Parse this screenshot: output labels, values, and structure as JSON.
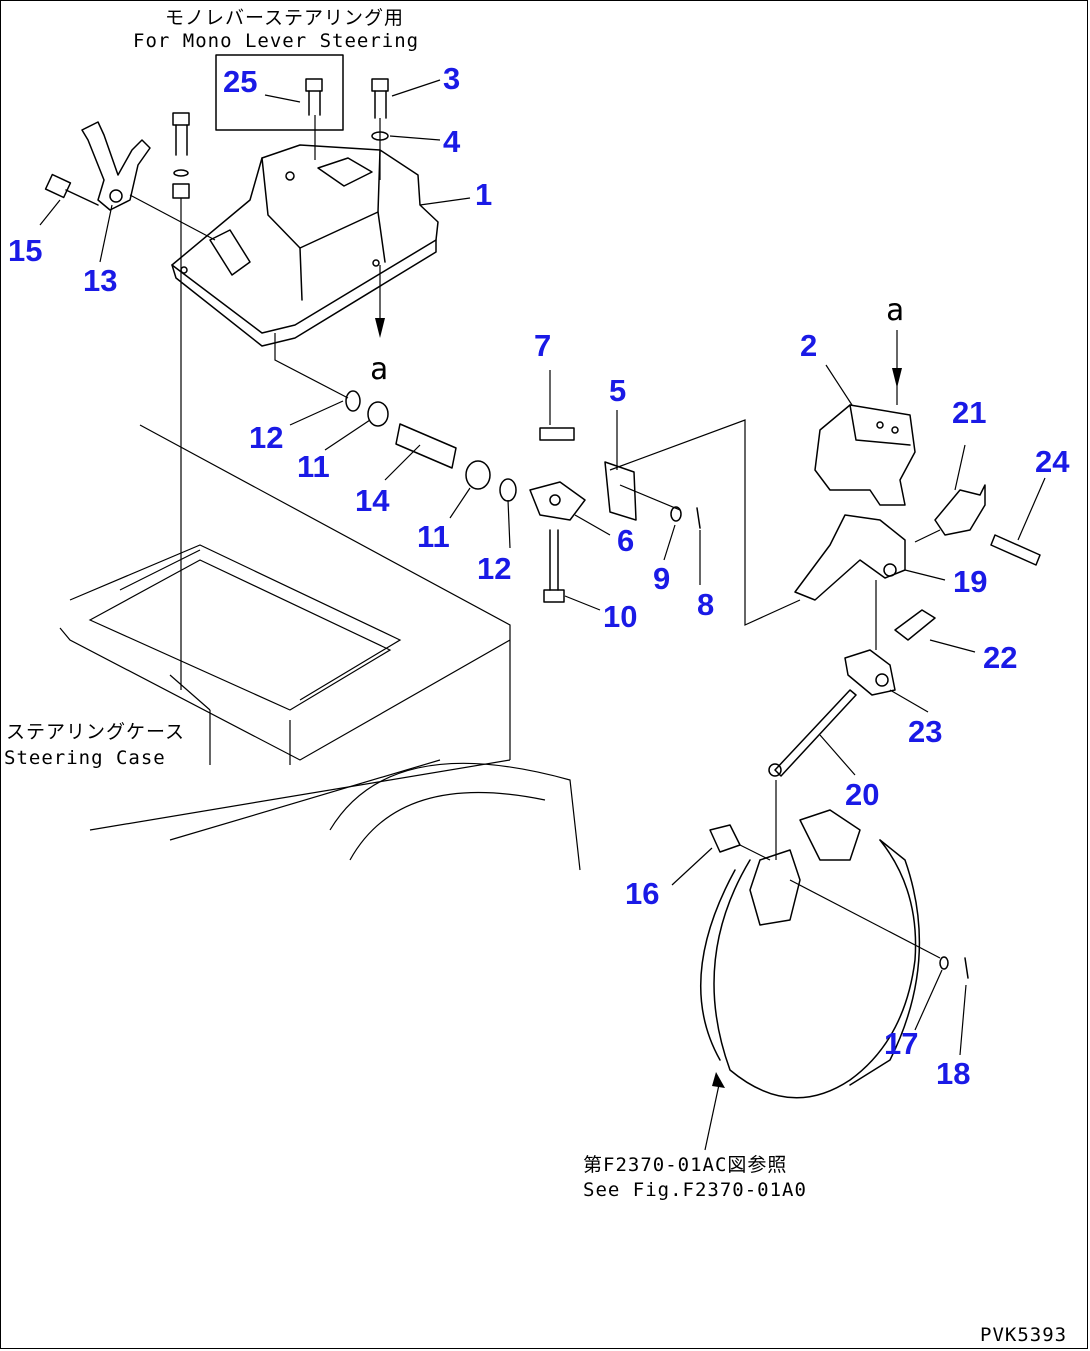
{
  "notes": {
    "mono_lever_jp": "モノレバーステアリング用",
    "mono_lever_en": "For Mono Lever Steering",
    "steering_case_jp": "ステアリングケース",
    "steering_case_en": "Steering Case",
    "see_fig_jp": "第F2370-01AC図参照",
    "see_fig_en": "See Fig.F2370-01A0",
    "drawing_code": "PVK5393"
  },
  "ref_letters": {
    "a_top": "a",
    "a_right": "a"
  },
  "callouts": [
    "25",
    "3",
    "4",
    "1",
    "15",
    "13",
    "2",
    "21",
    "24",
    "7",
    "5",
    "12",
    "11",
    "14",
    "11",
    "12",
    "6",
    "9",
    "8",
    "10",
    "19",
    "22",
    "23",
    "20",
    "16",
    "17",
    "18"
  ],
  "colors": {
    "callout": "#1a1ae6",
    "line": "#000000"
  }
}
